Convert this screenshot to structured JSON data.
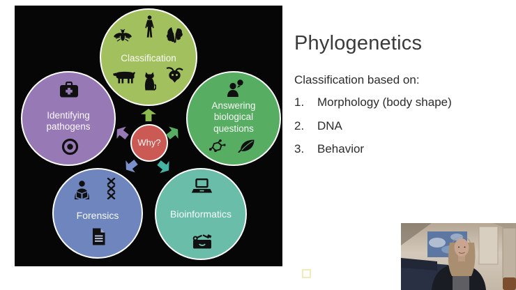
{
  "slide": {
    "title": "Phylogenetics",
    "subtitle": "Classification based on:",
    "list": [
      {
        "num": "1.",
        "text": "Morphology (body shape)"
      },
      {
        "num": "2.",
        "text": "DNA"
      },
      {
        "num": "3.",
        "text": "Behavior"
      }
    ],
    "background_color": "#ffffff",
    "text_color": "#2c2c2c",
    "placeholder_square_color": "#efecbc"
  },
  "diagram": {
    "background": "#060606",
    "circle_border_color": "#fefefe",
    "label_color": "#ffffff",
    "center_node": {
      "label": "Why?",
      "color": "#ca5a53"
    },
    "nodes": [
      {
        "id": "classification",
        "label": "Classification",
        "color": "#a3c05e",
        "icons": [
          "fly-icon",
          "human-icon",
          "oak-leaves-icon",
          "cow-icon",
          "cat-icon",
          "animal-skull-icon"
        ]
      },
      {
        "id": "answering",
        "label": "Answering biological questions",
        "color": "#57ae63",
        "icons": [
          "person-speech-bubble-icon",
          "molecule-icon",
          "leaf-icon"
        ]
      },
      {
        "id": "identifying",
        "label": "Identifying pathogens",
        "color": "#9779b6",
        "icons": [
          "first-aid-kit-icon",
          "target-icon"
        ]
      },
      {
        "id": "forensics",
        "label": "Forensics",
        "color": "#6e86bd",
        "icons": [
          "person-reading-icon",
          "dna-helix-icon",
          "document-icon"
        ]
      },
      {
        "id": "bioinformatics",
        "label": "Bioinformatics",
        "color": "#69bda9",
        "icons": [
          "laptop-icon",
          "toolbox-icon"
        ]
      }
    ],
    "arrows": [
      {
        "direction": "up",
        "color": "#8bba4e"
      },
      {
        "direction": "up-left",
        "color": "#9779b6"
      },
      {
        "direction": "up-right",
        "color": "#57ae63"
      },
      {
        "direction": "down-left",
        "color": "#7b8fca"
      },
      {
        "direction": "down-right",
        "color": "#46b2a3"
      }
    ]
  },
  "webcam": {
    "wall_color": "#c9bdae",
    "couch_color": "#2a3044",
    "jacket_color": "#1a1c24",
    "sweater_color": "#5f5e63",
    "hair_color": "#a98e6f",
    "skin_color": "#c9a48e",
    "painting_color": "#5d77a3",
    "chair_color": "#7d4e2e"
  }
}
